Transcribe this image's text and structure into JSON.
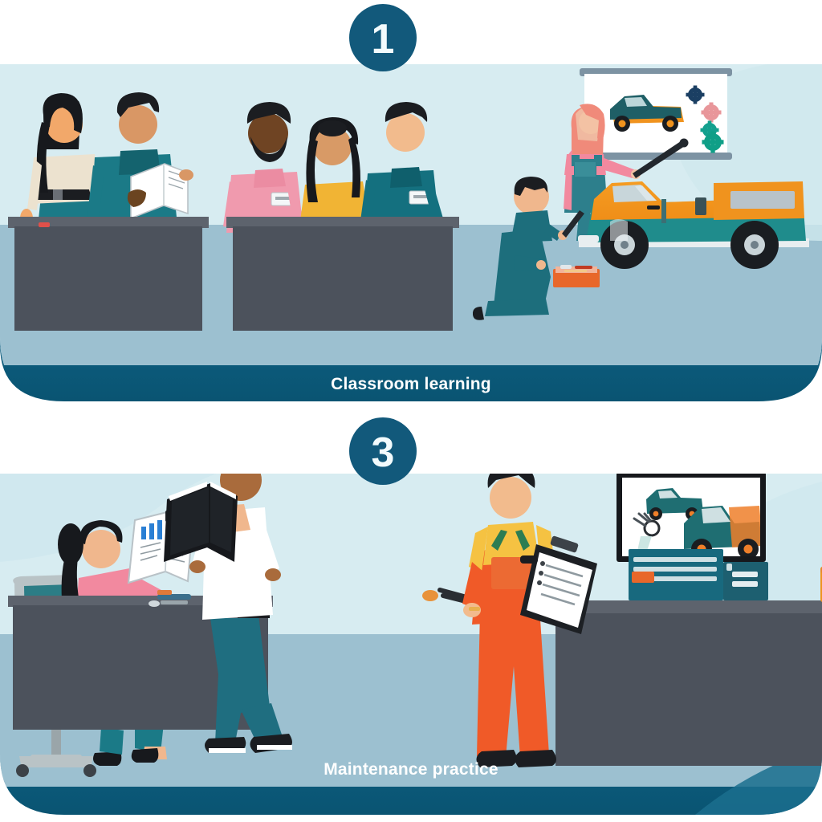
{
  "illustration": {
    "title": "Automotive training two-step infographic",
    "background_color": "#ffffff",
    "panels": [
      {
        "id": "panel-1",
        "badge_number": "1",
        "caption": "Classroom learning",
        "wall_color": "#d7ecf1",
        "floor_color": "#9cc0d0",
        "caption_band_color": "#0b5e7d",
        "badge_color": "#12597b",
        "scene_elements": [
          {
            "name": "instructor-woman-cream-blouse",
            "shirt_color": "#ece2cf",
            "skirt_color": "#1b7a87"
          },
          {
            "name": "student-man-reading-book",
            "shirt_color": "#1b7a87",
            "book_color": "#ffffff"
          },
          {
            "name": "student-man-pink-shirt-beard",
            "shirt_color": "#f09aae",
            "badge": "name-tag"
          },
          {
            "name": "student-woman-yellow-top",
            "shirt_color": "#f1b434"
          },
          {
            "name": "student-man-teal-shirt",
            "shirt_color": "#14707f",
            "badge": "name-tag"
          },
          {
            "name": "presenter-woman-overalls-pointer",
            "shirt_color": "#f2899f",
            "overalls_color": "#2d7f8c",
            "hair_color": "#f08a7a"
          },
          {
            "name": "kneeling-mechanic-toolbox",
            "coverall_color": "#1d6e7c",
            "toolbox_color": "#e8672a"
          },
          {
            "name": "projection-screen-truck-gears",
            "screen_color": "#ffffff"
          },
          {
            "name": "pickup-truck",
            "body_upper": "#f0931e",
            "body_lower": "#1f8c8c"
          },
          {
            "name": "desk-front-left",
            "color": "#4c525c"
          },
          {
            "name": "desk-front-middle",
            "color": "#4c525c"
          }
        ]
      },
      {
        "id": "panel-2",
        "badge_number": "3",
        "caption": "Maintenance practice",
        "wall_color": "#d7ecf1",
        "floor_color": "#9cc0d0",
        "caption_band_color": "#0b5e7d",
        "badge_color": "#12597b",
        "scene_elements": [
          {
            "name": "seated-woman-pink-sweater",
            "shirt_color": "#f2899f",
            "skirt_color": "#1b7a87"
          },
          {
            "name": "office-chair",
            "color": "#b9c3c6",
            "seat_color": "#2c7d86"
          },
          {
            "name": "open-manual-with-charts",
            "page_color": "#ffffff",
            "accent": "#2a7fd4"
          },
          {
            "name": "standing-man-white-shirt",
            "shirt_color": "#ffffff",
            "pants_color": "#1f6e80"
          },
          {
            "name": "black-hardcover-book",
            "color": "#16181c"
          },
          {
            "name": "technician-orange-overalls",
            "overalls_color": "#f05a28",
            "shirt_color": "#f5c242"
          },
          {
            "name": "clipboard-checklist",
            "board_color": "#1d2024",
            "paper_color": "#ffffff"
          },
          {
            "name": "monitor-truck-diagram",
            "bezel_color": "#16181c",
            "screen_color": "#ffffff"
          },
          {
            "name": "teal-tool-chest",
            "color": "#18697e"
          },
          {
            "name": "orange-toolbox",
            "color": "#f0931e"
          },
          {
            "name": "wrench-set",
            "color": "#2a2e33"
          },
          {
            "name": "desk-left",
            "color": "#4c525c"
          },
          {
            "name": "workbench-right",
            "color": "#4c525c"
          }
        ]
      }
    ]
  }
}
